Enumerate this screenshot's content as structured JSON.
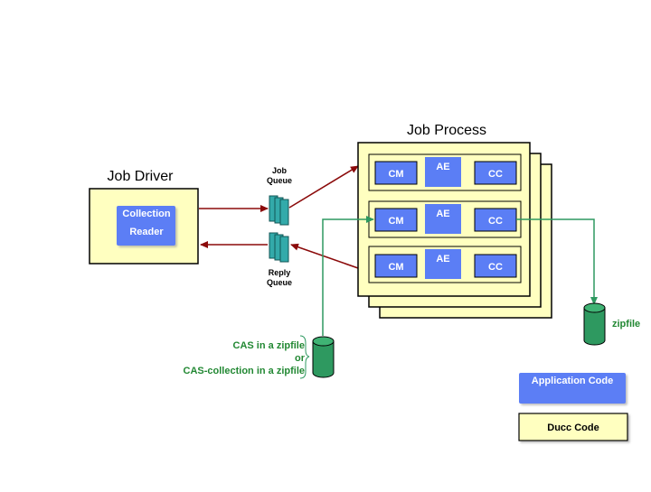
{
  "job_driver": {
    "title": "Job Driver",
    "reader_line1": "Collection",
    "reader_line2": "Reader"
  },
  "job_queue": {
    "line1": "Job",
    "line2": "Queue"
  },
  "reply_queue": {
    "line1": "Reply",
    "line2": "Queue"
  },
  "job_process": {
    "title": "Job Process",
    "rows": [
      {
        "cm": "CM",
        "ae": "AE",
        "cc": "CC"
      },
      {
        "cm": "CM",
        "ae": "AE",
        "cc": "CC"
      },
      {
        "cm": "CM",
        "ae": "AE",
        "cc": "CC"
      }
    ]
  },
  "input_data": {
    "line1": "CAS in a zipfile",
    "line2": "or",
    "line3": "CAS-collection in a zipfile"
  },
  "output_data": {
    "label": "zipfile"
  },
  "legend": {
    "application_code": "Application Code",
    "ducc_code": "Ducc Code"
  },
  "colors": {
    "ducc_fill": "#ffffc0",
    "app_fill": "#5b7ef5",
    "queue_fill": "#33aaaa",
    "arrow": "#8b0a0a",
    "green": "#2e9960",
    "green_text": "#228833"
  }
}
